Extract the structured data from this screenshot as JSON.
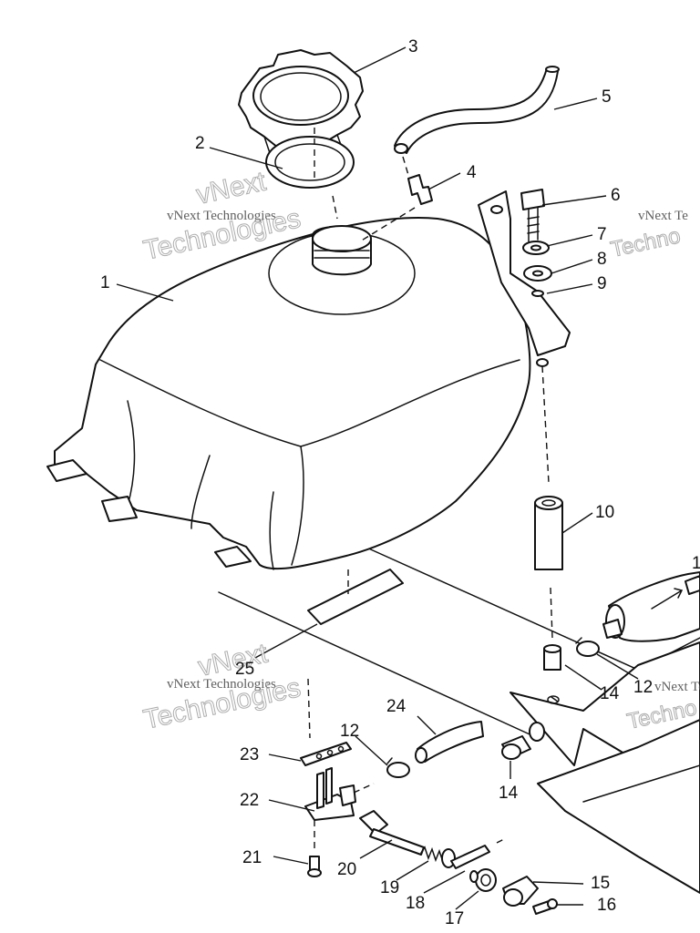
{
  "callouts": {
    "c1": "1",
    "c2": "2",
    "c3": "3",
    "c4": "4",
    "c5": "5",
    "c6": "6",
    "c7": "7",
    "c8": "8",
    "c9": "9",
    "c10": "10",
    "c11": "1",
    "c12a": "12",
    "c12b": "12",
    "c14a": "14",
    "c14b": "14",
    "c15": "15",
    "c16": "16",
    "c17": "17",
    "c18": "18",
    "c19": "19",
    "c20": "20",
    "c21": "21",
    "c22": "22",
    "c23": "23",
    "c24": "24",
    "c25": "25"
  },
  "watermarks": {
    "brand": "vNext Technologies",
    "brand_short": "vNext Te",
    "word1": "vNext",
    "word2": "Technologies",
    "word2_short": "Techno"
  }
}
